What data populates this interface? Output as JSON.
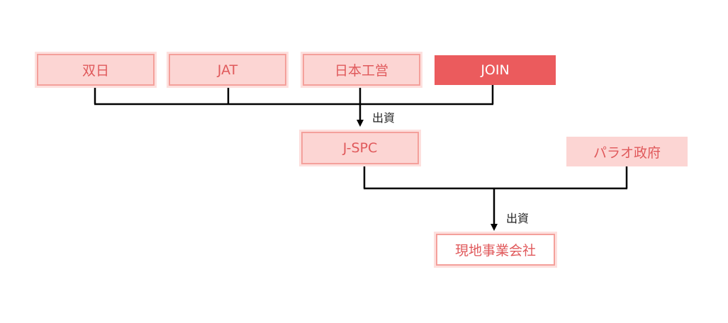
{
  "investors": [
    {
      "label": "双日"
    },
    {
      "label": "JAT"
    },
    {
      "label": "日本工営"
    },
    {
      "label": "JOIN"
    }
  ],
  "spc": {
    "label": "J-SPC"
  },
  "government": {
    "label": "パラオ政府"
  },
  "local_company": {
    "label": "現地事業会社"
  },
  "flows": [
    {
      "label": "出資"
    },
    {
      "label": "出資"
    }
  ],
  "colors": {
    "box_fill": "#fcd5d3",
    "box_border": "#f4a09b",
    "accent": "#eb5b5d",
    "text": "#e0595b",
    "line": "#000000"
  }
}
